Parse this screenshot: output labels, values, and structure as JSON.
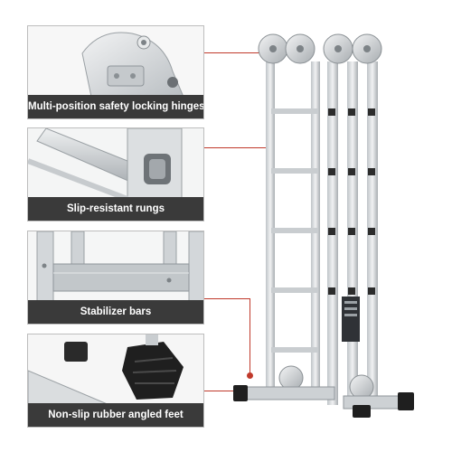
{
  "callouts": [
    {
      "label": "Multi-position safety locking hinges",
      "icon": "hinge-closeup-photo"
    },
    {
      "label": "Slip-resistant rungs",
      "icon": "rung-closeup-photo"
    },
    {
      "label": "Stabilizer bars",
      "icon": "stabilizer-bar-closeup-photo"
    },
    {
      "label": "Non-slip rubber angled feet",
      "icon": "rubber-feet-closeup-photo"
    }
  ],
  "colors": {
    "caption_bg": "#3a3a3a",
    "caption_text": "#ffffff",
    "connector": "#c0392b",
    "aluminum": "#d9dde0"
  }
}
